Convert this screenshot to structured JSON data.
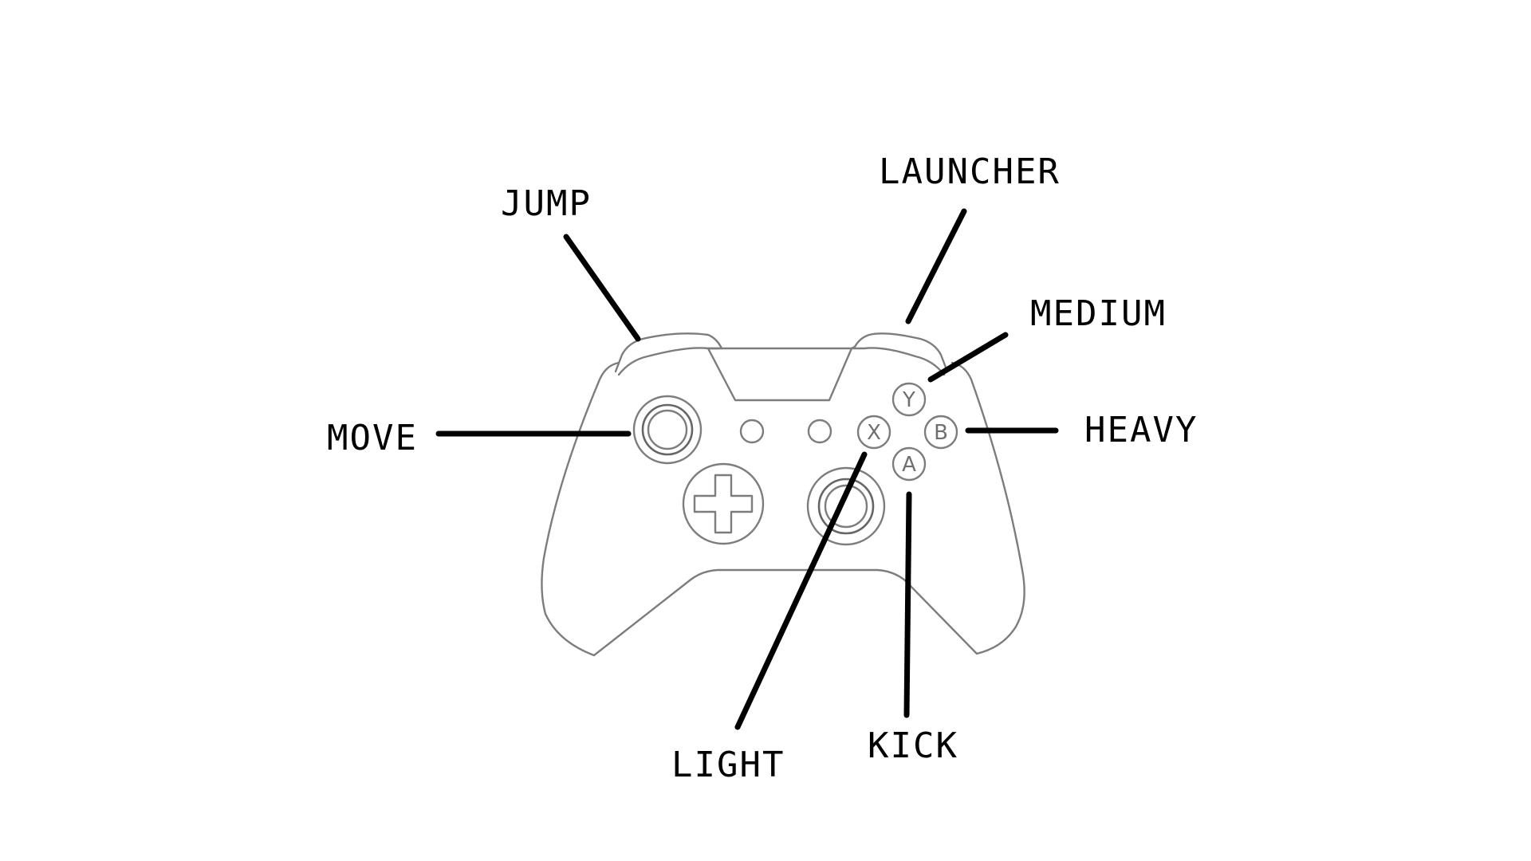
{
  "callouts": {
    "jump": "JUMP",
    "launcher": "LAUNCHER",
    "medium": "MEDIUM",
    "move": "MOVE",
    "heavy": "HEAVY",
    "light": "LIGHT",
    "kick": "KICK"
  },
  "face_buttons": {
    "y": "Y",
    "b": "B",
    "x": "X",
    "a": "A"
  },
  "colors": {
    "outline": "#7d7d7d",
    "leader_lines": "#000000",
    "label_text": "#000000",
    "background": "#ffffff"
  },
  "icons": {
    "controller": "gamepad-outline-icon",
    "dpad": "dpad-icon",
    "stick": "thumbstick-icon"
  }
}
